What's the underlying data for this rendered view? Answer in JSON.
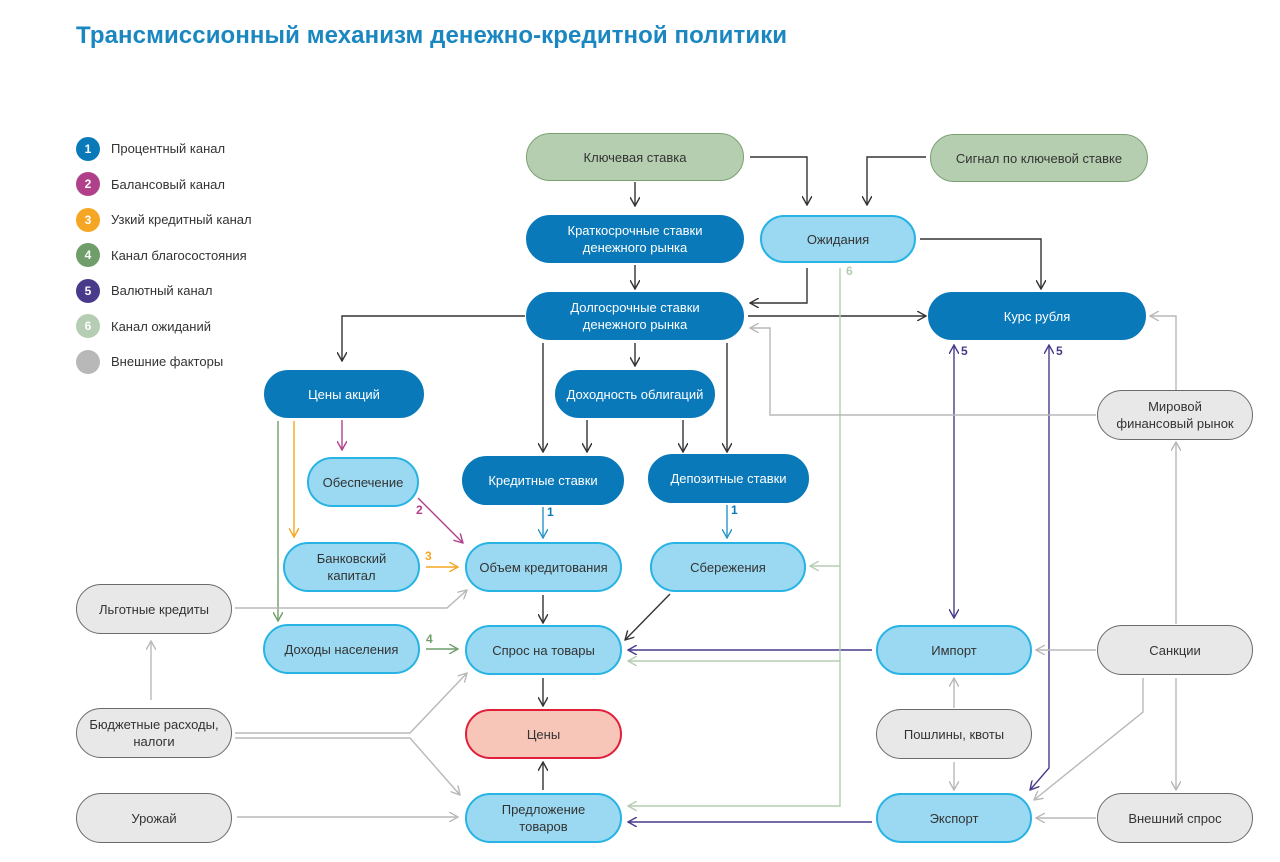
{
  "title": "Трансмиссионный механизм денежно-кредитной политики",
  "colors": {
    "title": "#1b87c0",
    "channel_1": "#0a79b9",
    "channel_2": "#b0408a",
    "channel_3": "#f5a623",
    "channel_4": "#6f9e6a",
    "channel_5": "#4a3a8a",
    "channel_6": "#b5cdb2",
    "external": "#b8b8b8"
  },
  "legend": [
    {
      "num": "1",
      "label": "Процентный канал",
      "color": "#0a79b9"
    },
    {
      "num": "2",
      "label": "Балансовый канал",
      "color": "#b0408a"
    },
    {
      "num": "3",
      "label": "Узкий кредитный канал",
      "color": "#f5a623"
    },
    {
      "num": "4",
      "label": "Канал благосостояния",
      "color": "#6f9e6a"
    },
    {
      "num": "5",
      "label": "Валютный канал",
      "color": "#4a3a8a"
    },
    {
      "num": "6",
      "label": "Канал ожиданий",
      "color": "#b5cdb2"
    },
    {
      "num": "",
      "label": "Внешние факторы",
      "color": "#b8b8b8"
    }
  ],
  "nodes": {
    "key_rate": "Ключевая ставка",
    "key_rate_signal": "Сигнал по ключевой ставке",
    "short_rates": "Краткосрочные ставки денежного рынка",
    "expectations": "Ожидания",
    "long_rates": "Долгосрочные ставки денежного рынка",
    "ruble_rate": "Курс рубля",
    "stock_prices": "Цены акций",
    "bond_yield": "Доходность облигаций",
    "world_market": "Мировой финансовый рынок",
    "collateral": "Обеспечение",
    "credit_rates": "Кредитные ставки",
    "deposit_rates": "Депозитные ставки",
    "bank_capital": "Банковский капитал",
    "lending_volume": "Объем кредитования",
    "savings": "Сбережения",
    "subsidized_loans": "Льготные кредиты",
    "household_income": "Доходы населения",
    "goods_demand": "Спрос на товары",
    "import": "Импорт",
    "sanctions": "Санкции",
    "budget": "Бюджетные расходы, налоги",
    "prices": "Цены",
    "duties_quotas": "Пошлины, квоты",
    "harvest": "Урожай",
    "goods_supply": "Предложение товаров",
    "export": "Экспорт",
    "external_demand": "Внешний спрос"
  },
  "channel_labels": {
    "ch1_credit": "1",
    "ch1_deposit": "1",
    "ch2": "2",
    "ch3": "3",
    "ch4": "4",
    "ch5_a": "5",
    "ch5_b": "5",
    "ch6": "6"
  }
}
